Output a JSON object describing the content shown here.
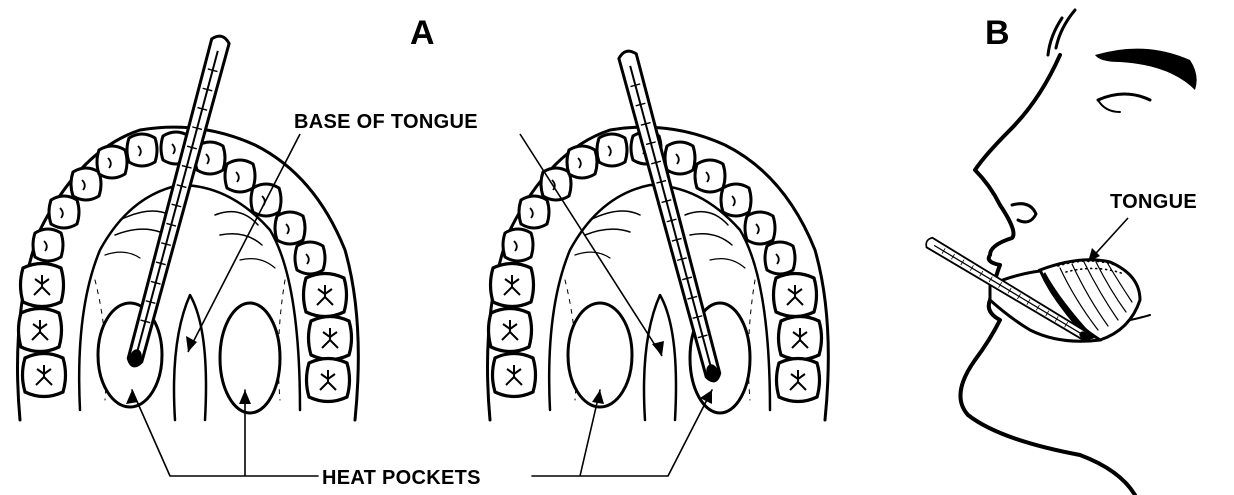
{
  "panels": {
    "a_label": "A",
    "b_label": "B"
  },
  "labels": {
    "base_of_tongue": "BASE OF TONGUE",
    "heat_pockets": "HEAT POCKETS",
    "tongue": "TONGUE"
  },
  "colors": {
    "ink": "#000000",
    "background": "#ffffff"
  }
}
